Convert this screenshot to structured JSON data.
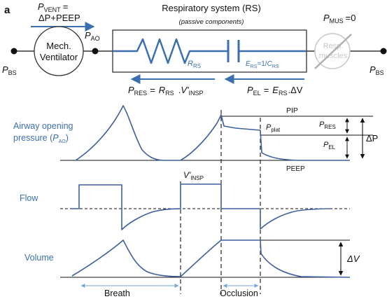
{
  "panel_label": "a",
  "circuit": {
    "p_vent_eq_1": "=",
    "p_vent_eq_2": "ΔP+PEEP",
    "rs_title": "Respiratory system (RS)",
    "rs_subtitle": "(passive components)",
    "ventilator_l1": "Mech.",
    "ventilator_l2": "Ventilator",
    "pmus_eq": "=0",
    "resp_muscles_l1": "Resp.",
    "resp_muscles_l2": "muscles",
    "ers_eq": "=1/",
    "pres_eq": "=",
    "pel_eq": "=",
    "pel_rhs": ".ΔV",
    "sym_P": "P",
    "sub_vent": "VENT",
    "sub_ao": "AO",
    "sub_bs": "BS",
    "sub_mus": "MUS",
    "sym_R": "R",
    "sub_rs": "RS",
    "sym_E": "E",
    "sym_C": "C",
    "sub_res": "RES",
    "sub_el": "EL",
    "vinsp_prime": "V'",
    "sub_insp": "INSP"
  },
  "traces": {
    "airway_l1": "Airway opening",
    "airway_l2": "pressure (",
    "airway_l2_sub": "AO",
    "airway_l2_close": ")",
    "flow_label": "Flow",
    "volume_label": "Volume",
    "pip": "PIP",
    "pplat_sub": "plat",
    "peep": "PEEP",
    "delta_p": "ΔP",
    "delta_v": "ΔV",
    "breath": "Breath",
    "occlusion": "Occlusion"
  },
  "colors": {
    "accent_blue": "#3a6fb0",
    "trace_blue": "#3d5f9e",
    "muscle_grey": "#c8c8c8"
  }
}
